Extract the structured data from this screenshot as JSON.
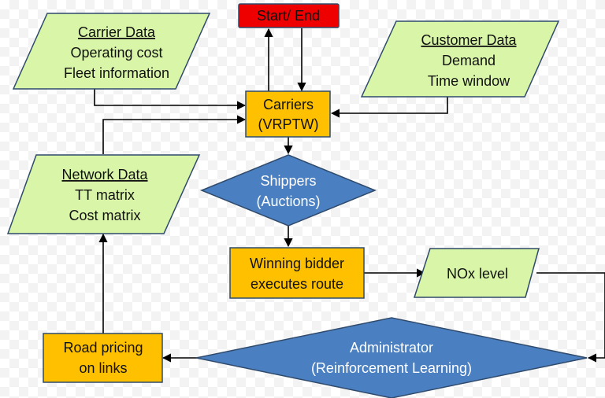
{
  "colors": {
    "start_end": "#ee0000",
    "data_parallelogram": "#d8f5a8",
    "process_box": "#ffc000",
    "decision_diamond": "#4a7fc1",
    "outline": "#2f4a6b",
    "arrow": "#000000"
  },
  "nodes": {
    "start_end": {
      "label": "Start/ End"
    },
    "carrier_data": {
      "title": "Carrier Data",
      "line1": "Operating cost",
      "line2": "Fleet information"
    },
    "customer_data": {
      "title": "Customer Data",
      "line1": "Demand",
      "line2": "Time window"
    },
    "carriers": {
      "line1": "Carriers",
      "line2": "(VRPTW)"
    },
    "network_data": {
      "title": "Network Data",
      "line1": "TT matrix",
      "line2": "Cost matrix"
    },
    "shippers": {
      "line1": "Shippers",
      "line2": "(Auctions)"
    },
    "winning_bidder": {
      "line1": "Winning bidder",
      "line2": "executes route"
    },
    "nox_level": {
      "label": "NOx level"
    },
    "road_pricing": {
      "line1": "Road pricing",
      "line2": "on links"
    },
    "administrator": {
      "line1": "Administrator",
      "line2": "(Reinforcement Learning)"
    }
  }
}
